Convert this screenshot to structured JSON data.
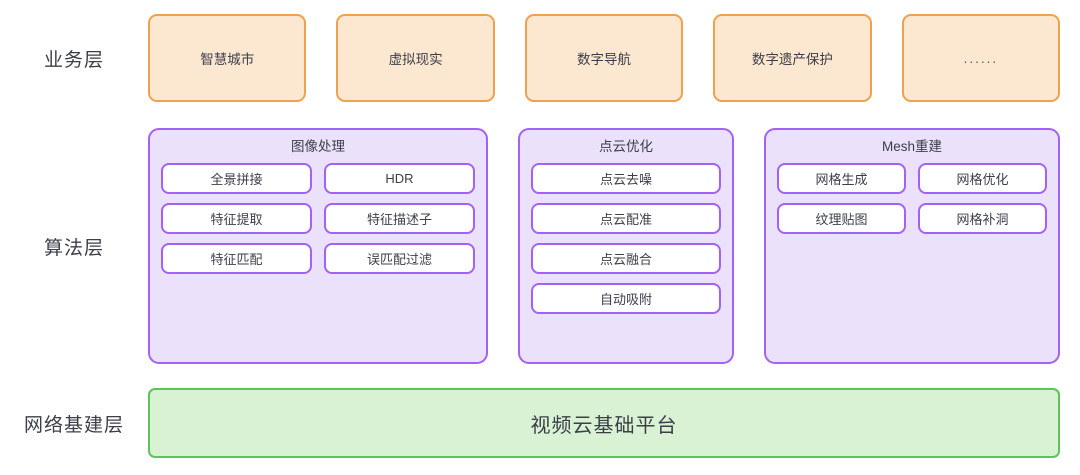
{
  "layers": [
    {
      "key": "business",
      "label": "业务层",
      "cards": [
        {
          "label": "智慧城市"
        },
        {
          "label": "虚拟现实"
        },
        {
          "label": "数字导航"
        },
        {
          "label": "数字遗产保护"
        },
        {
          "label": "......"
        }
      ]
    },
    {
      "key": "algorithm",
      "label": "算法层",
      "groups": [
        {
          "title": "图像处理",
          "columns": 2,
          "items": [
            "全景拼接",
            "HDR",
            "特征提取",
            "特征描述子",
            "特征匹配",
            "误匹配过滤"
          ]
        },
        {
          "title": "点云优化",
          "columns": 1,
          "items": [
            "点云去噪",
            "点云配准",
            "点云融合",
            "自动吸附"
          ]
        },
        {
          "title": "Mesh重建",
          "columns": 2,
          "items": [
            "网格生成",
            "网格优化",
            "纹理贴图",
            "网格补洞"
          ]
        }
      ]
    },
    {
      "key": "network",
      "label": "网络基建层",
      "platform": "视频云基础平台"
    }
  ],
  "colors": {
    "business_fill": "#fce8d0",
    "business_border": "#f0a150",
    "algorithm_fill": "#ebe1fb",
    "algorithm_border": "#a362f5",
    "algorithm_item_fill": "#ffffff",
    "network_fill": "#d9f2d3",
    "network_border": "#5cc45c",
    "text": "#3c3f4a",
    "background": "#ffffff"
  }
}
